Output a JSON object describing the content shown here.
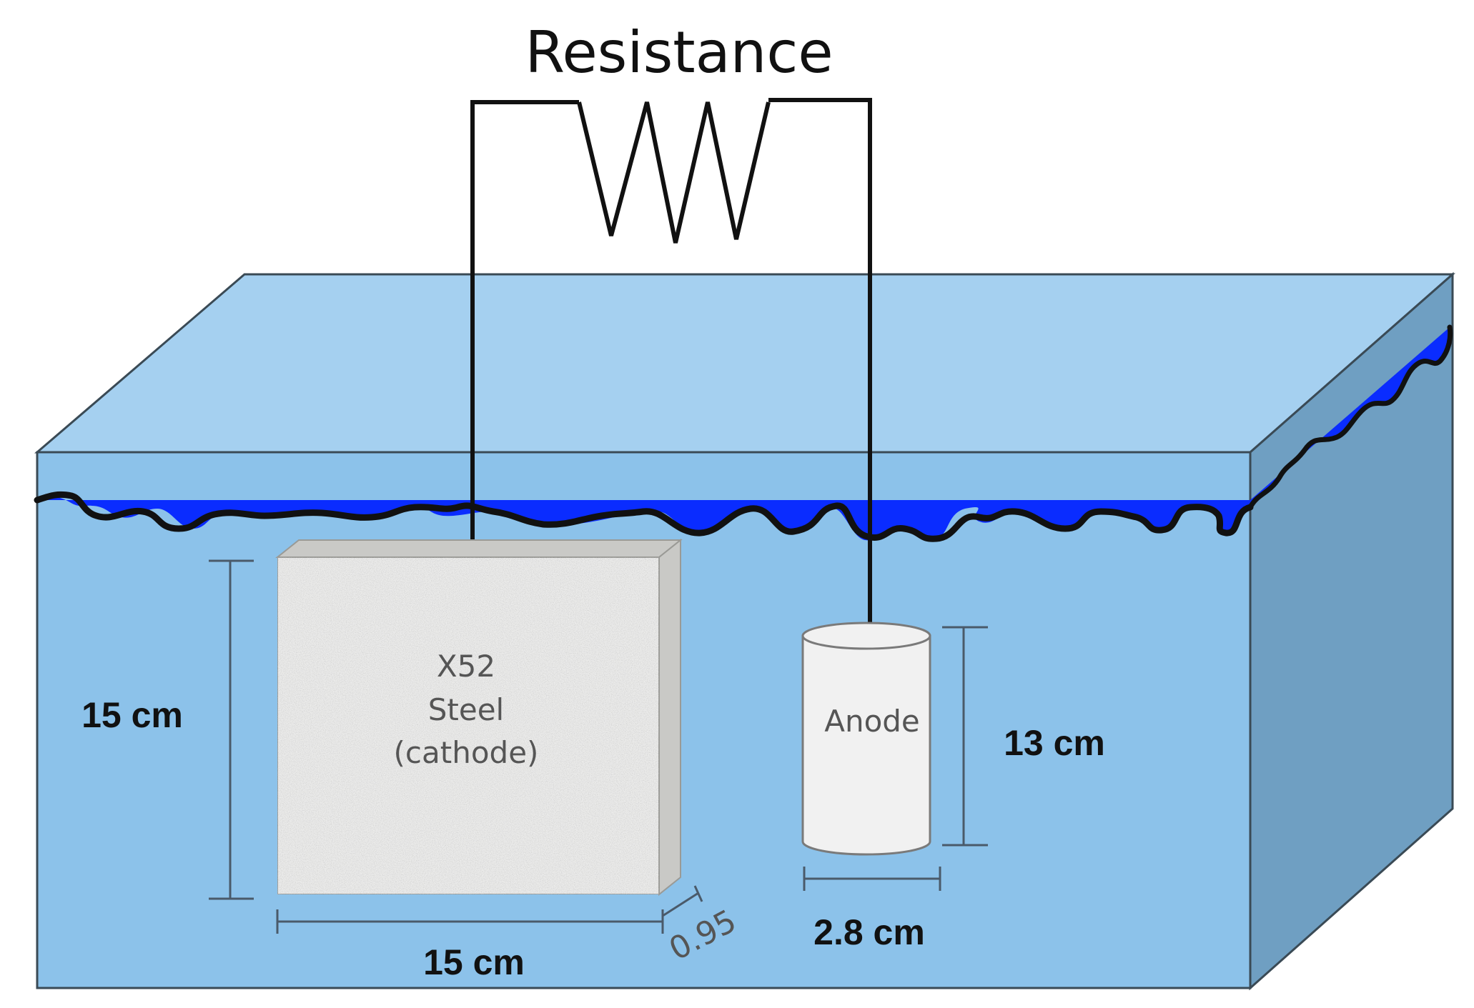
{
  "labels": {
    "resistance": "Resistance",
    "cathode_line1": "X52",
    "cathode_line2": "Steel",
    "cathode_line3": "(cathode)",
    "anode": "Anode",
    "cathode_height": "15 cm",
    "cathode_width": "15 cm",
    "cathode_thickness": "0.95",
    "anode_height": "13 cm",
    "anode_diameter": "2.8 cm"
  },
  "colors": {
    "tank_front": "#8cc2ea",
    "tank_top": "#a5d0f0",
    "tank_side": "#6f9fc2",
    "water": "#0a2cff",
    "wire": "#111111",
    "steel_fill": "#ebebea",
    "steel_edge": "#c9c9c6",
    "anode_fill": "#f1f1f1",
    "dimension_line": "#4a5a6a"
  }
}
